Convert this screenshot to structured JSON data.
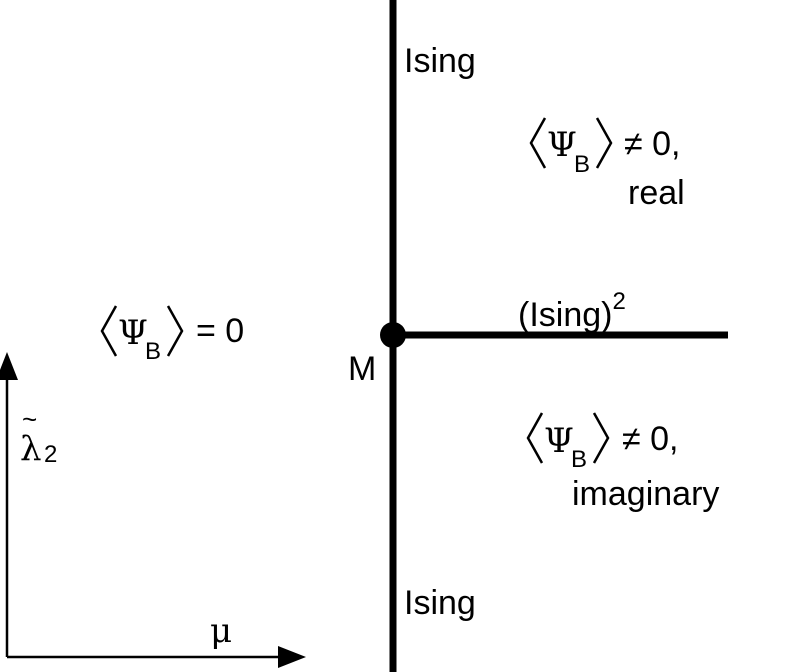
{
  "colors": {
    "line": "#000000",
    "background": "#ffffff"
  },
  "phase_lines": {
    "upper_label": "Ising",
    "lower_label": "Ising",
    "horizontal_label_base": "(Ising)",
    "horizontal_label_exponent": "2",
    "multicritical_point": "M"
  },
  "regions": {
    "left": {
      "symbol": "Ψ",
      "subscript": "B",
      "relation": "= 0",
      "qualifier": ""
    },
    "upper_right": {
      "symbol": "Ψ",
      "subscript": "B",
      "relation": "≠ 0,",
      "qualifier": "real"
    },
    "lower_right": {
      "symbol": "Ψ",
      "subscript": "B",
      "relation": "≠ 0,",
      "qualifier": "imaginary"
    }
  },
  "axes": {
    "x_label": "μ",
    "y_label": "λ",
    "y_label_accent": "~",
    "y_label_subscript": "2"
  }
}
